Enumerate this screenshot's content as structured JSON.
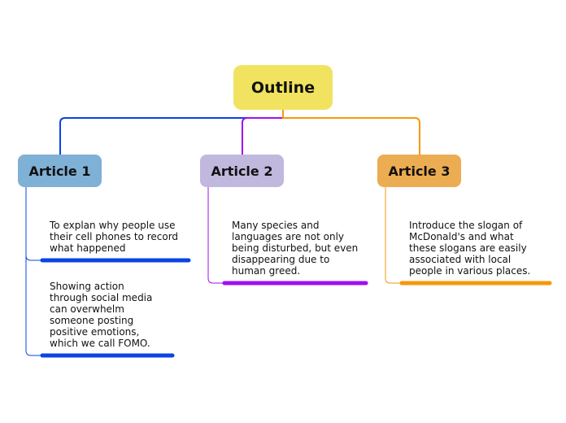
{
  "colors": {
    "root": "#f1e360",
    "article1": "#7fb0d6",
    "article2": "#c1b8de",
    "article3": "#ecac52",
    "line1": "#0a44e6",
    "line2": "#a10ff0",
    "line3": "#f6980a"
  },
  "root": {
    "label": "Outline"
  },
  "articles": [
    {
      "label": "Article 1",
      "notes": [
        "To explan why people use\ntheir cell phones to record\nwhat happened",
        "Showing action\nthrough social media\ncan overwhelm\nsomeone posting\npositive emotions,\nwhich we call FOMO."
      ]
    },
    {
      "label": "Article 2",
      "notes": [
        "Many species and\nlanguages are not only\nbeing disturbed, but even\ndisappearing due to\nhuman greed."
      ]
    },
    {
      "label": "Article 3",
      "notes": [
        "Introduce the slogan of\nMcDonald's and what\nthese slogans are easily\nassociated with local\npeople in various places."
      ]
    }
  ]
}
